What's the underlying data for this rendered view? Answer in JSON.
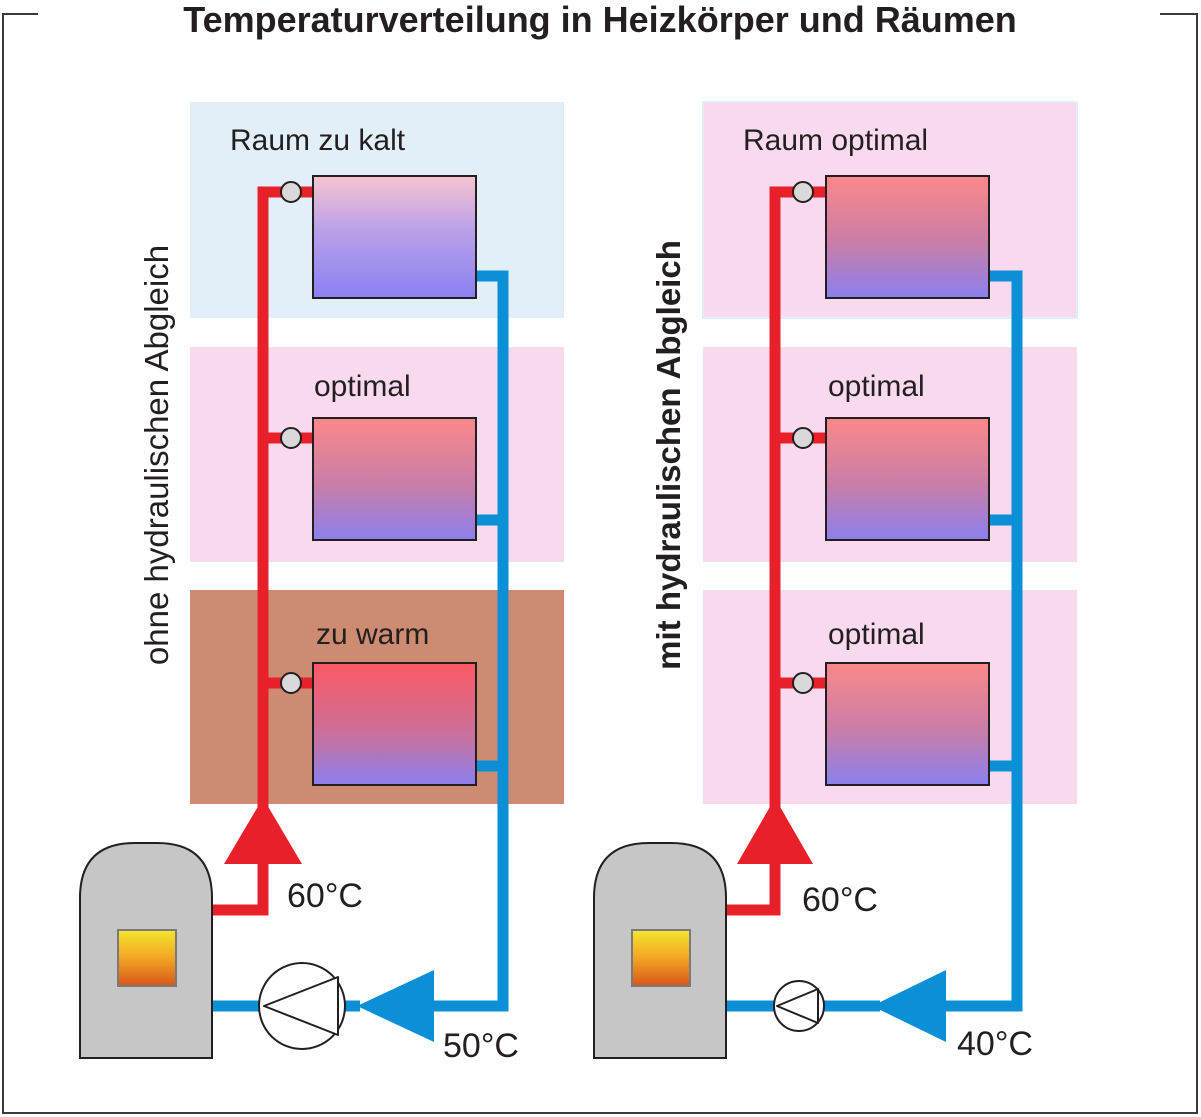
{
  "title": "Temperaturverteilung in Heizkörper und Räumen",
  "colors": {
    "frame": "#3a3a3a",
    "supply": "#e8202a",
    "return": "#0b8fd6",
    "room_cold": "#e3eff8",
    "room_optimal": "#f9d9ee",
    "room_warm": "#cd8b72",
    "boiler": "#c6c6c6"
  },
  "left_panel": {
    "side_label": "ohne hydraulischen Abgleich",
    "rooms": [
      {
        "label": "Raum zu kalt",
        "state": "cold"
      },
      {
        "label": "optimal",
        "state": "optimal"
      },
      {
        "label": "zu warm",
        "state": "warm"
      }
    ],
    "supply_temp": "60°C",
    "return_temp": "50°C"
  },
  "right_panel": {
    "side_label": "mit hydraulischen Abgleich",
    "rooms": [
      {
        "label": "Raum optimal",
        "state": "optimal"
      },
      {
        "label": "optimal",
        "state": "optimal"
      },
      {
        "label": "optimal",
        "state": "optimal"
      }
    ],
    "supply_temp": "60°C",
    "return_temp": "40°C"
  }
}
